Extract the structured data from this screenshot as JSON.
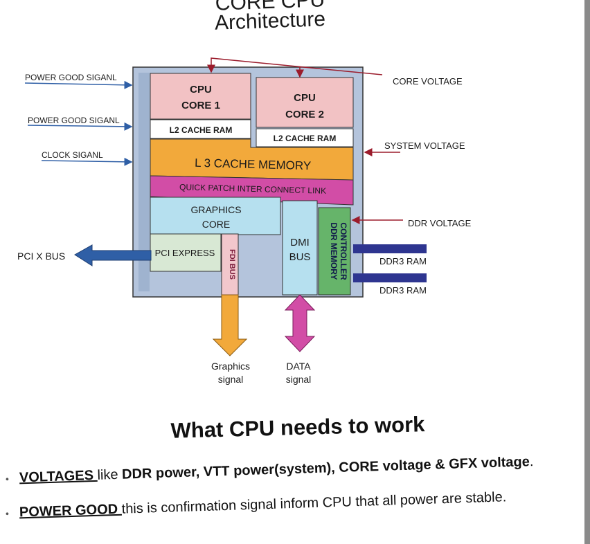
{
  "title": {
    "line1": "CORE CPU",
    "line2": "Architecture"
  },
  "diagram": {
    "left_labels": [
      "POWER GOOD SIGANL",
      "POWER GOOD SIGANL",
      "CLOCK SIGANL"
    ],
    "right_labels": {
      "core_voltage": "CORE VOLTAGE",
      "system_voltage": "SYSTEM VOLTAGE",
      "ddr_voltage": "DDR VOLTAGE",
      "ddr3_ram_1": "DDR3 RAM",
      "ddr3_ram_2": "DDR3 RAM"
    },
    "cpu_core_1": [
      "CPU",
      "CORE 1"
    ],
    "cpu_core_2": [
      "CPU",
      "CORE 2"
    ],
    "l2_cache_1": "L2 CACHE RAM",
    "l2_cache_2": "L2 CACHE RAM",
    "l3_cache": "L 3 CACHE MEMORY",
    "qpi": "QUICK PATCH INTER CONNECT LINK",
    "graphics_core": [
      "GRAPHICS",
      "CORE"
    ],
    "pci_express": "PCI EXPRESS",
    "fdi_bus": "FDI BUS",
    "dmi_bus": [
      "DMI",
      "BUS"
    ],
    "ddr_controller": [
      "DDR  MEMORY",
      "CONTROLLER"
    ],
    "pcix_bus": "PCI X BUS",
    "graphics_signal": [
      "Graphics",
      "signal"
    ],
    "data_signal": [
      "DATA",
      "signal"
    ],
    "colors": {
      "chip_body": "#b4c4dc",
      "cpu_core": "#f2c2c4",
      "l3_cache": "#f2a93b",
      "qpi": "#d24da6",
      "graphics_core": "#b6e0ef",
      "pci_express": "#d8e8d4",
      "fdi_bus": "#f2c7cc",
      "dmi_bus": "#b6e0ef",
      "ddr_controller": "#66b46a",
      "ram_bus": "#2e3590",
      "pcix_arrow": "#2f5fa6",
      "graphics_arrow": "#f2a93b",
      "data_arrow": "#d24da6",
      "voltage_line": "#9b1c2c"
    }
  },
  "section_heading": "What CPU needs to work",
  "bullets": [
    {
      "key": "VOLTAGES ",
      "rest_plain": " like ",
      "rest_bold": "DDR power, VTT power(system), CORE voltage & GFX voltage",
      "end": "."
    },
    {
      "key": "POWER GOOD ",
      "rest_plain": " this is confirmation signal inform CPU that all power are stable."
    }
  ]
}
